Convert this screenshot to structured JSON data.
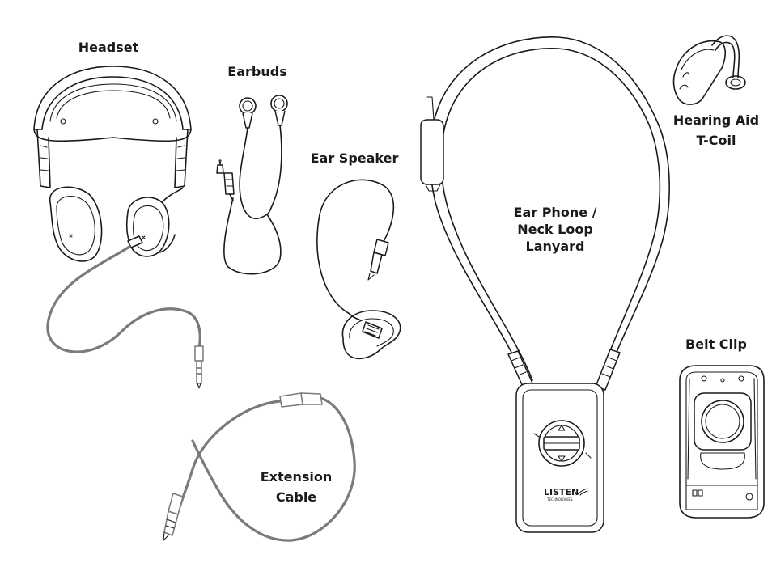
{
  "labels": {
    "headset": "Headset",
    "earbuds": "Earbuds",
    "ear_speaker": "Ear Speaker",
    "ear_phone_neck_loop": [
      "Ear Phone /",
      "Neck Loop",
      "Lanyard"
    ],
    "hearing_aid": [
      "Hearing Aid",
      "T-Coil"
    ],
    "belt_clip": "Belt Clip",
    "extension_cable": [
      "Extension",
      "Cable"
    ]
  },
  "device_logo": {
    "brand": "LISTEN",
    "tagline": "TECHNOLOGIES"
  },
  "colors": {
    "line": "#1a1a1a",
    "cable_gray": "#7a7a7a",
    "background": "#ffffff"
  }
}
